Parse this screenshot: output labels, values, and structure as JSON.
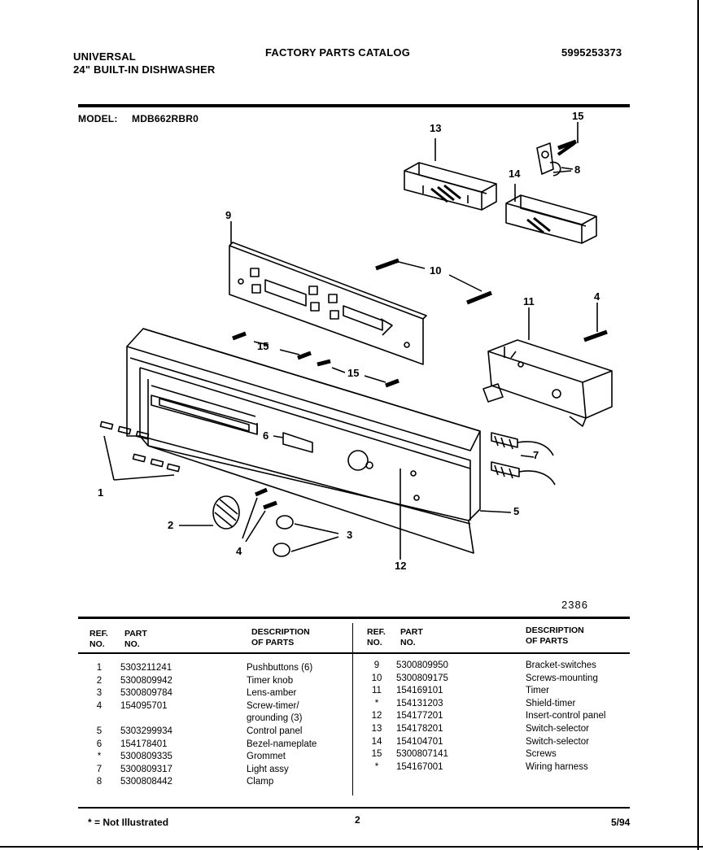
{
  "header": {
    "brand": "UNIVERSAL",
    "product": "24\" BUILT-IN DISHWASHER",
    "catalog_title": "FACTORY PARTS CATALOG",
    "catalog_number": "5995253373",
    "model_label": "MODEL:",
    "model_value": "MDB662RBR0"
  },
  "diagram": {
    "figure_number": "2386",
    "callouts": {
      "c1": "1",
      "c2": "2",
      "c3": "3",
      "c4a": "4",
      "c4b": "4",
      "c5": "5",
      "c6": "6",
      "c7": "7",
      "c8": "8",
      "c9": "9",
      "c10": "10",
      "c11": "11",
      "c12": "12",
      "c13": "13",
      "c14": "14",
      "c15a": "15",
      "c15b": "15",
      "c15c": "15"
    }
  },
  "parts_table": {
    "headers": {
      "ref": "REF.\nNO.",
      "part": "PART\nNO.",
      "desc": "DESCRIPTION\nOF PARTS"
    },
    "left": [
      {
        "ref": "1",
        "part": "5303211241",
        "desc": "Pushbuttons (6)"
      },
      {
        "ref": "2",
        "part": "5300809942",
        "desc": "Timer knob"
      },
      {
        "ref": "3",
        "part": "5300809784",
        "desc": "Lens-amber"
      },
      {
        "ref": "4",
        "part": "154095701",
        "desc": "Screw-timer/"
      },
      {
        "ref": "",
        "part": "",
        "desc": "grounding (3)"
      },
      {
        "ref": "5",
        "part": "5303299934",
        "desc": "Control panel"
      },
      {
        "ref": "6",
        "part": "154178401",
        "desc": "Bezel-nameplate"
      },
      {
        "ref": "*",
        "part": "5300809335",
        "desc": "Grommet"
      },
      {
        "ref": "7",
        "part": "5300809317",
        "desc": "Light assy"
      },
      {
        "ref": "8",
        "part": "5300808442",
        "desc": "Clamp"
      }
    ],
    "right": [
      {
        "ref": "9",
        "part": "5300809950",
        "desc": "Bracket-switches"
      },
      {
        "ref": "10",
        "part": "5300809175",
        "desc": "Screws-mounting"
      },
      {
        "ref": "11",
        "part": "154169101",
        "desc": "Timer"
      },
      {
        "ref": "*",
        "part": "154131203",
        "desc": "Shield-timer"
      },
      {
        "ref": "12",
        "part": "154177201",
        "desc": "Insert-control panel"
      },
      {
        "ref": "13",
        "part": "154178201",
        "desc": "Switch-selector"
      },
      {
        "ref": "14",
        "part": "154104701",
        "desc": "Switch-selector"
      },
      {
        "ref": "15",
        "part": "5300807141",
        "desc": "Screws"
      },
      {
        "ref": "*",
        "part": "154167001",
        "desc": "Wiring harness"
      }
    ]
  },
  "footer": {
    "note": "* = Not Illustrated",
    "page": "2",
    "date": "5/94"
  }
}
